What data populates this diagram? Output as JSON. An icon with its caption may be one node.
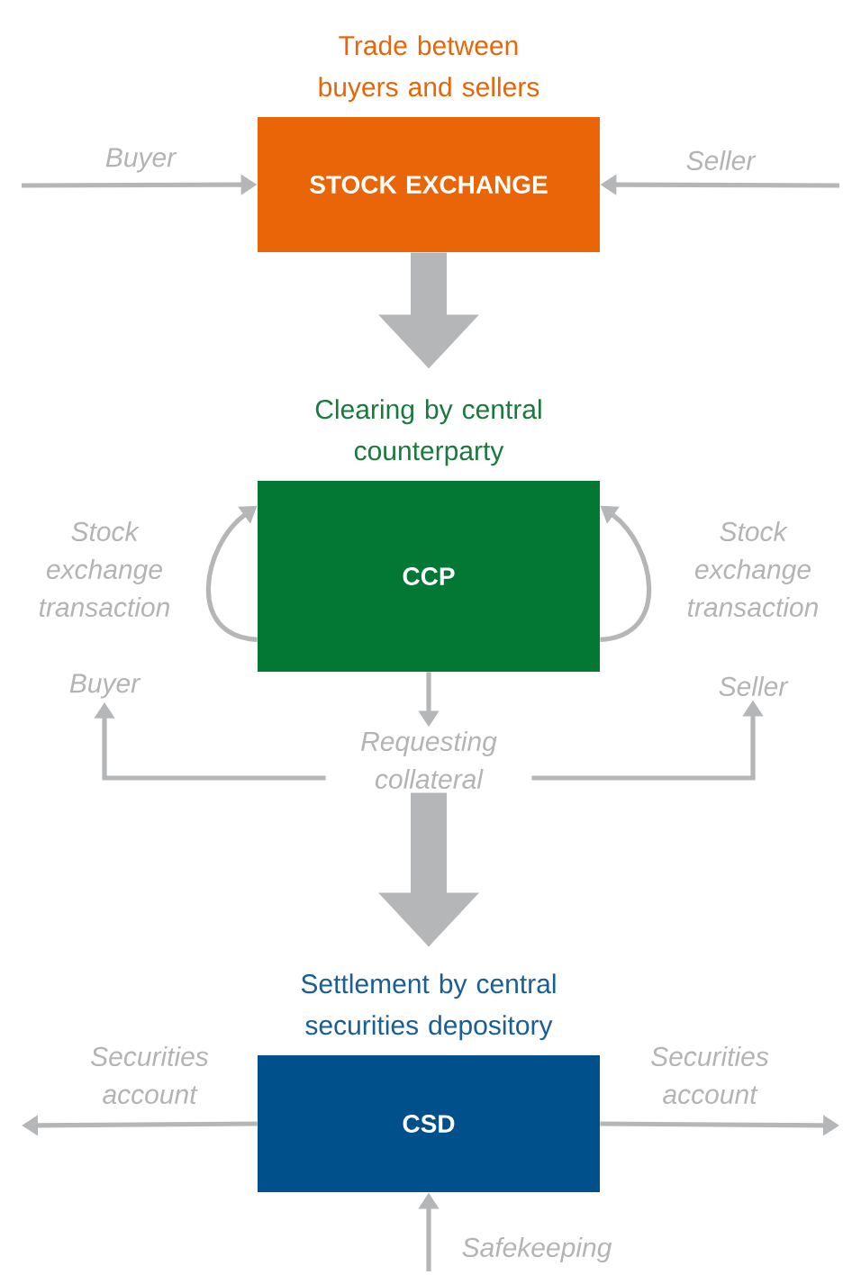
{
  "diagram": {
    "nodes": [
      {
        "text": [
          "Trade between buyers and sellers",
          "STOCK EXCHANGE"
        ]
      },
      {
        "text": [
          "Clearing by central counterparty",
          "CCP"
        ]
      },
      {
        "text": [
          "Settlement by central securities depository",
          "CSD"
        ]
      },
      {
        "text": [
          "Requesting collateral"
        ]
      },
      {
        "text": [
          "Buyer"
        ]
      },
      {
        "text": [
          "Seller"
        ]
      }
    ],
    "edges": [
      {
        "from": null,
        "to": 0,
        "arrow": "to",
        "label": "Buyer"
      },
      {
        "from": null,
        "to": 0,
        "arrow": "to",
        "label": "Seller"
      },
      {
        "from": 0,
        "to": 1,
        "arrow": "to",
        "style": "thick"
      },
      {
        "from": 1,
        "to": 1,
        "arrow": "to",
        "label": "Stock exchange transaction"
      },
      {
        "from": 1,
        "to": 1,
        "arrow": "to",
        "label": "Stock exchange transaction"
      },
      {
        "from": 1,
        "to": 3,
        "arrow": "to"
      },
      {
        "from": 3,
        "to": 4,
        "arrow": "to"
      },
      {
        "from": 3,
        "to": 5,
        "arrow": "to"
      },
      {
        "from": 3,
        "to": 2,
        "arrow": "to",
        "style": "thick"
      },
      {
        "from": 2,
        "to": null,
        "arrow": "to",
        "label": "Securities account"
      },
      {
        "from": 2,
        "to": null,
        "arrow": "to",
        "label": "Securities account"
      },
      {
        "from": null,
        "to": 2,
        "arrow": "to",
        "label": "Safekeeping"
      }
    ]
  }
}
